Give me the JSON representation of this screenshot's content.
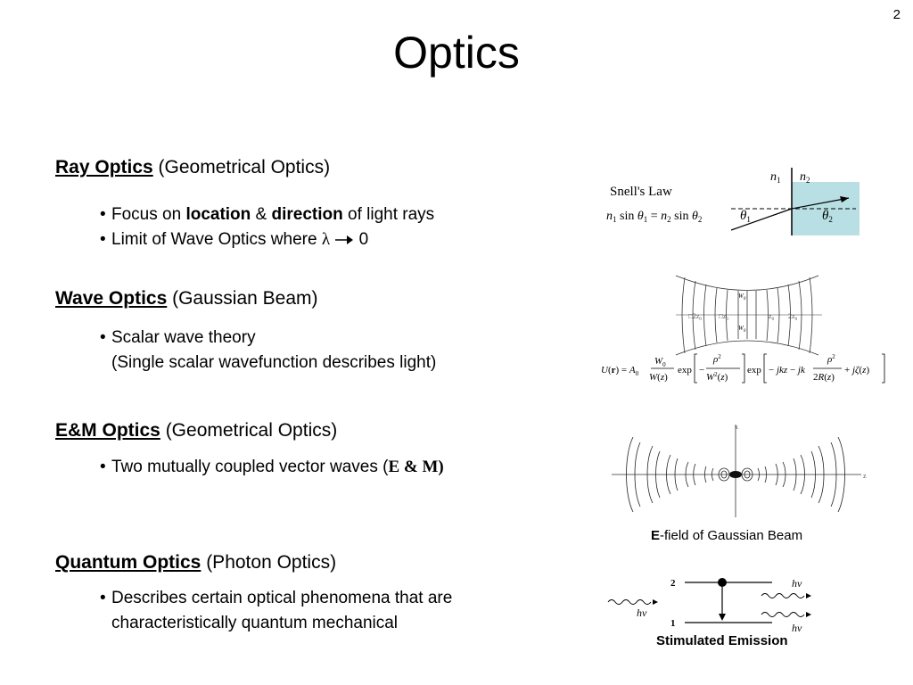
{
  "page_number": "2",
  "title": "Optics",
  "ray": {
    "heading": "Ray Optics",
    "subtitle": " (Geometrical Optics)",
    "b1_pre": "Focus on ",
    "b1_bold1": "location",
    "b1_mid": " & ",
    "b1_bold2": "direction",
    "b1_post": " of light rays",
    "b2_pre": "Limit of Wave Optics where ",
    "b2_lambda": "λ",
    "b2_post": "0"
  },
  "wave": {
    "heading": "Wave Optics",
    "subtitle": " (Gaussian Beam)",
    "b1_line1": "Scalar wave theory",
    "b1_line2": "(Single scalar wavefunction describes light)"
  },
  "em": {
    "heading": "E&M Optics",
    "subtitle": " (Geometrical Optics)",
    "b1_pre": "Two mutually coupled vector waves (",
    "b1_math": "E & M)"
  },
  "quantum": {
    "heading": "Quantum Optics",
    "subtitle": " (Photon Optics)",
    "b1_line1": "Describes certain optical phenomena that are",
    "b1_line2": "characteristically quantum mechanical"
  },
  "snell": {
    "label": "Snell's Law",
    "n1": "n",
    "n1_sub": "1",
    "n2": "n",
    "n2_sub": "2",
    "theta1": "θ",
    "theta1_sub": "1",
    "theta2": "θ",
    "theta2_sub": "2",
    "prism_color": "#b8dfe3"
  },
  "gaussian": {
    "w0_top": "W",
    "w0_top_sub": "0",
    "w0_bottom": "W",
    "w0_bottom_sub": "0",
    "ticks": [
      "□2z",
      "□z",
      "z",
      "2z"
    ],
    "tick_sub": "0"
  },
  "efield": {
    "caption_bold": "E",
    "caption_rest": "-field of Gaussian Beam",
    "axis_x": "x",
    "axis_z": "z"
  },
  "stimulated": {
    "level2": "2",
    "level1": "1",
    "hv_in": "hν",
    "hv_out1": "hν",
    "hv_out2": "hν",
    "caption": "Stimulated Emission"
  }
}
